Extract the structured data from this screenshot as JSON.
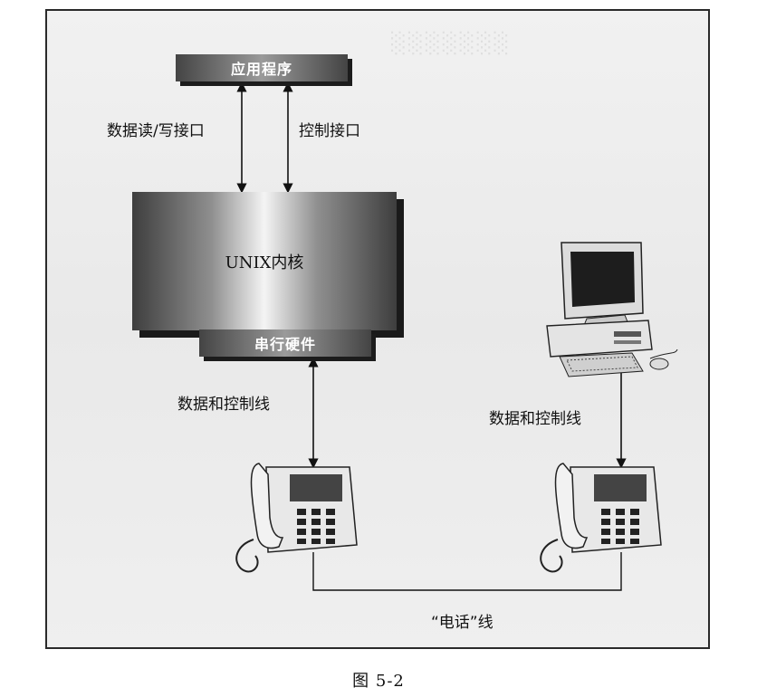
{
  "diagram": {
    "app_label": "应用程序",
    "data_rw_interface": "数据读/写接口",
    "control_interface": "控制接口",
    "kernel_label": "UNIX内核",
    "serial_hw_label": "串行硬件",
    "data_control_line_left": "数据和控制线",
    "data_control_line_right": "数据和控制线",
    "phone_line": "“电话”线"
  },
  "figure_caption": "图   5-2",
  "icons": [
    "computer-icon",
    "telephone-icon"
  ]
}
